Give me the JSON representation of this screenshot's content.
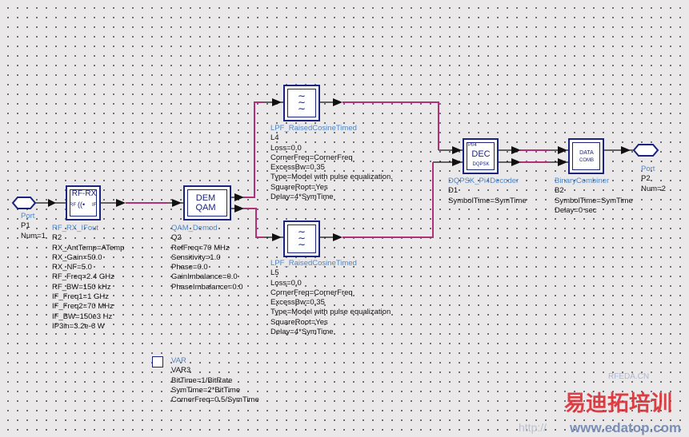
{
  "port1": {
    "type": "Port",
    "name": "P1",
    "num": "Num=1"
  },
  "port2": {
    "type": "Port",
    "name": "P2",
    "num": "Num=2"
  },
  "rfrx": {
    "symbol_top": "RF-RX",
    "symbol_left": "RF",
    "symbol_right": "IF",
    "lines": [
      "RF_RX_IFout",
      "R2",
      "RX_AntTemp=ATemp",
      "RX_Gain=50.0",
      "RX_NF=5.0",
      "RF_Freq=2.4 GHz",
      "RF_BW=150 kHz",
      "IF_Freq1=1 GHz",
      "IF_Freq2=70 MHz",
      "IF_BW=150e3 Hz",
      "IP3in=3.2e-6 W"
    ]
  },
  "qam": {
    "symbol": [
      "DEM",
      "QAM"
    ],
    "lines": [
      "QAM_Demod",
      "Q2",
      "RefFreq=70 MHz",
      "Sensitivity=1.0",
      "Phase=0.0",
      "GainImbalance=0.0",
      "PhaseImbalance=0.0"
    ]
  },
  "l4": {
    "lines": [
      "LPF_RaisedCosineTimed",
      "L4",
      "Loss=0.0",
      "CornerFreq=CornerFreq",
      "ExcessBw=0.35",
      "Type=Model with pulse equalization.",
      "SquareRoot=Yes",
      "Delay=4*SymTime"
    ]
  },
  "l5": {
    "lines": [
      "LPF_RaisedCosineTimed",
      "L5",
      "Loss=0.0",
      "CornerFreq=CornerFreq",
      "ExcessBw=0.35",
      "Type=Model with pulse equalization",
      "SquareRoot=Yes",
      "Delay=4*SymTime"
    ]
  },
  "dec": {
    "symbol_top": "PI/4",
    "symbol": "DEC",
    "symbol_bottom": "DQPSK",
    "lines": [
      "DQPSK_Pi4Decoder",
      "D1",
      "SymbolTime=SymTime"
    ]
  },
  "comb": {
    "symbol": [
      "DATA",
      "COMB"
    ],
    "lines": [
      "BinaryCombiner",
      "B2",
      "SymbolTime=SymTime",
      "Delay=0 sec"
    ]
  },
  "var": {
    "lines": [
      "VAR",
      "VAR3",
      "BitTime=1/BitRate",
      "SymTime=2*BitTime",
      "CornerFreq=0.5/SymTime"
    ]
  },
  "watermark": {
    "site": "RFEDA.CN",
    "brand": "易迪拓培训",
    "url": "www.edatop.com",
    "http": "http://"
  },
  "colors": {
    "wire": "#b0307a",
    "component": "#1a237e",
    "label": "#4f86c6"
  }
}
